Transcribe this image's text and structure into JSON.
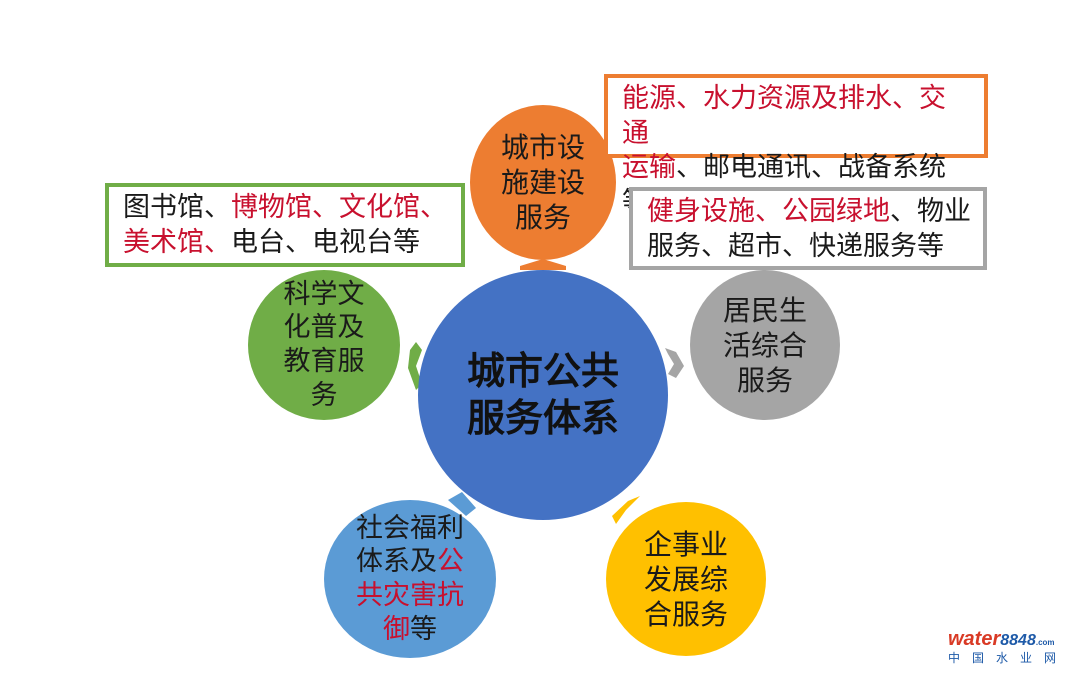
{
  "colors": {
    "center": "#4472c4",
    "infrastructure": "#ed7d31",
    "living": "#a5a5a5",
    "enterprise": "#ffc000",
    "welfare": "#5b9bd5",
    "culture": "#70ad47",
    "highlight": "#c8102e"
  },
  "center": {
    "line1": "城市公共",
    "line2": "服务体系"
  },
  "nodes": {
    "infrastructure": {
      "lines": [
        "城市设",
        "施建设",
        "服务"
      ]
    },
    "living": {
      "lines": [
        "居民生",
        "活综合",
        "服务"
      ]
    },
    "enterprise": {
      "lines": [
        "企事业",
        "发展综",
        "合服务"
      ]
    },
    "culture": {
      "lines": [
        "科学文",
        "化普及",
        "教育服",
        "务"
      ]
    },
    "welfare": {
      "line1": "社会福利",
      "line2a": "体系及",
      "line2b": "公",
      "line3": "共灾害抗",
      "line4a": "御",
      "line4b": "等"
    }
  },
  "boxes": {
    "infrastructure": {
      "r1": "能源、",
      "r2": "水力资源及排水、",
      "r3": "交通",
      "r4": "运输",
      "r5": "、邮电通讯、战备系统等"
    },
    "living": {
      "r1": "健身设施、公园绿地",
      "r2": "、物业",
      "r3": "服务、超市、快递服务等"
    },
    "culture": {
      "r1": "图书馆、",
      "r2": "博物馆、文化馆、",
      "r3": "美术馆、",
      "r4": "电台、电视台等"
    }
  },
  "watermark": {
    "brand": "water",
    "number": "8848",
    "suffix": ".com",
    "subtitle": "中国水业网"
  }
}
